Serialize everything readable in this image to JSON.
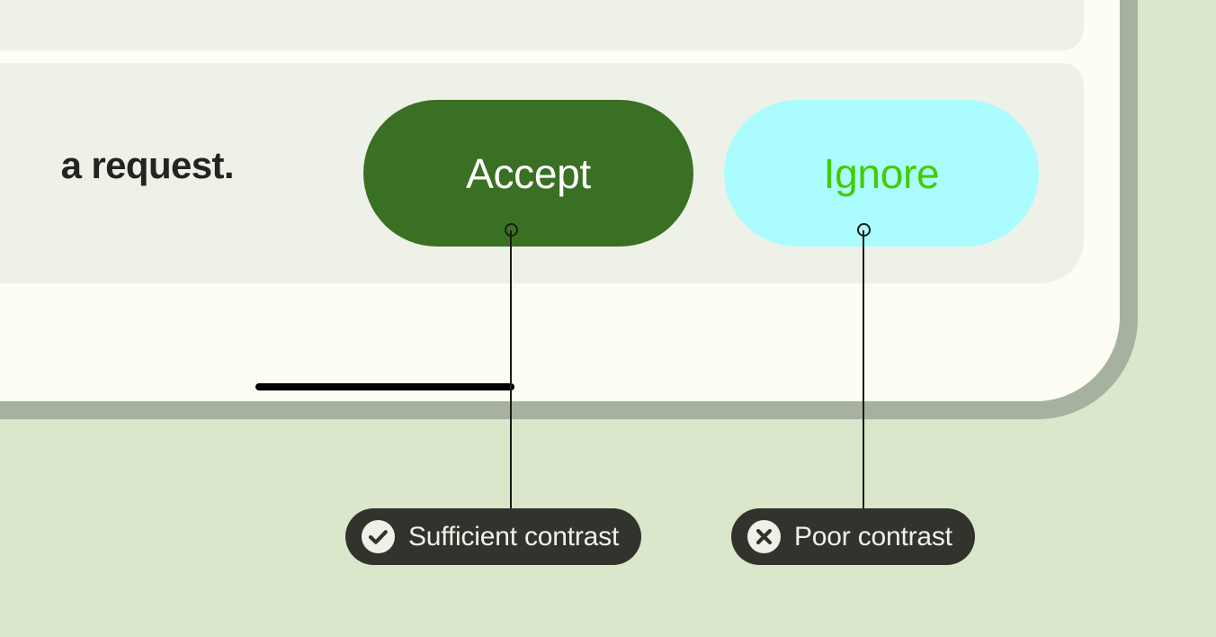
{
  "theme": {
    "page_background": "#dbe7cb",
    "frame_border": "#a6b1a0",
    "screen_background": "#fdfdf4",
    "card_background": "#eef1e8",
    "callout_chip_background": "#33332e",
    "callout_chip_text": "#f0f0e8",
    "accept_background": "#3a7024",
    "accept_text": "#ffffff",
    "ignore_background": "#aafcff",
    "ignore_text": "#44cc00",
    "leader_line": "#1b1b16",
    "home_indicator": "#000000"
  },
  "screen": {
    "body_text": "a request.",
    "buttons": [
      {
        "id": "accept",
        "label": "Accept",
        "style": "filled-dark-green"
      },
      {
        "id": "ignore",
        "label": "Ignore",
        "style": "filled-cyan"
      }
    ],
    "home_indicator": {
      "icon": "home-indicator-bar"
    }
  },
  "annotations": [
    {
      "id": "sufficient",
      "label": "Sufficient contrast",
      "icon": "check-circle-icon",
      "targets": "accept"
    },
    {
      "id": "poor",
      "label": "Poor contrast",
      "icon": "x-circle-icon",
      "targets": "ignore"
    }
  ]
}
